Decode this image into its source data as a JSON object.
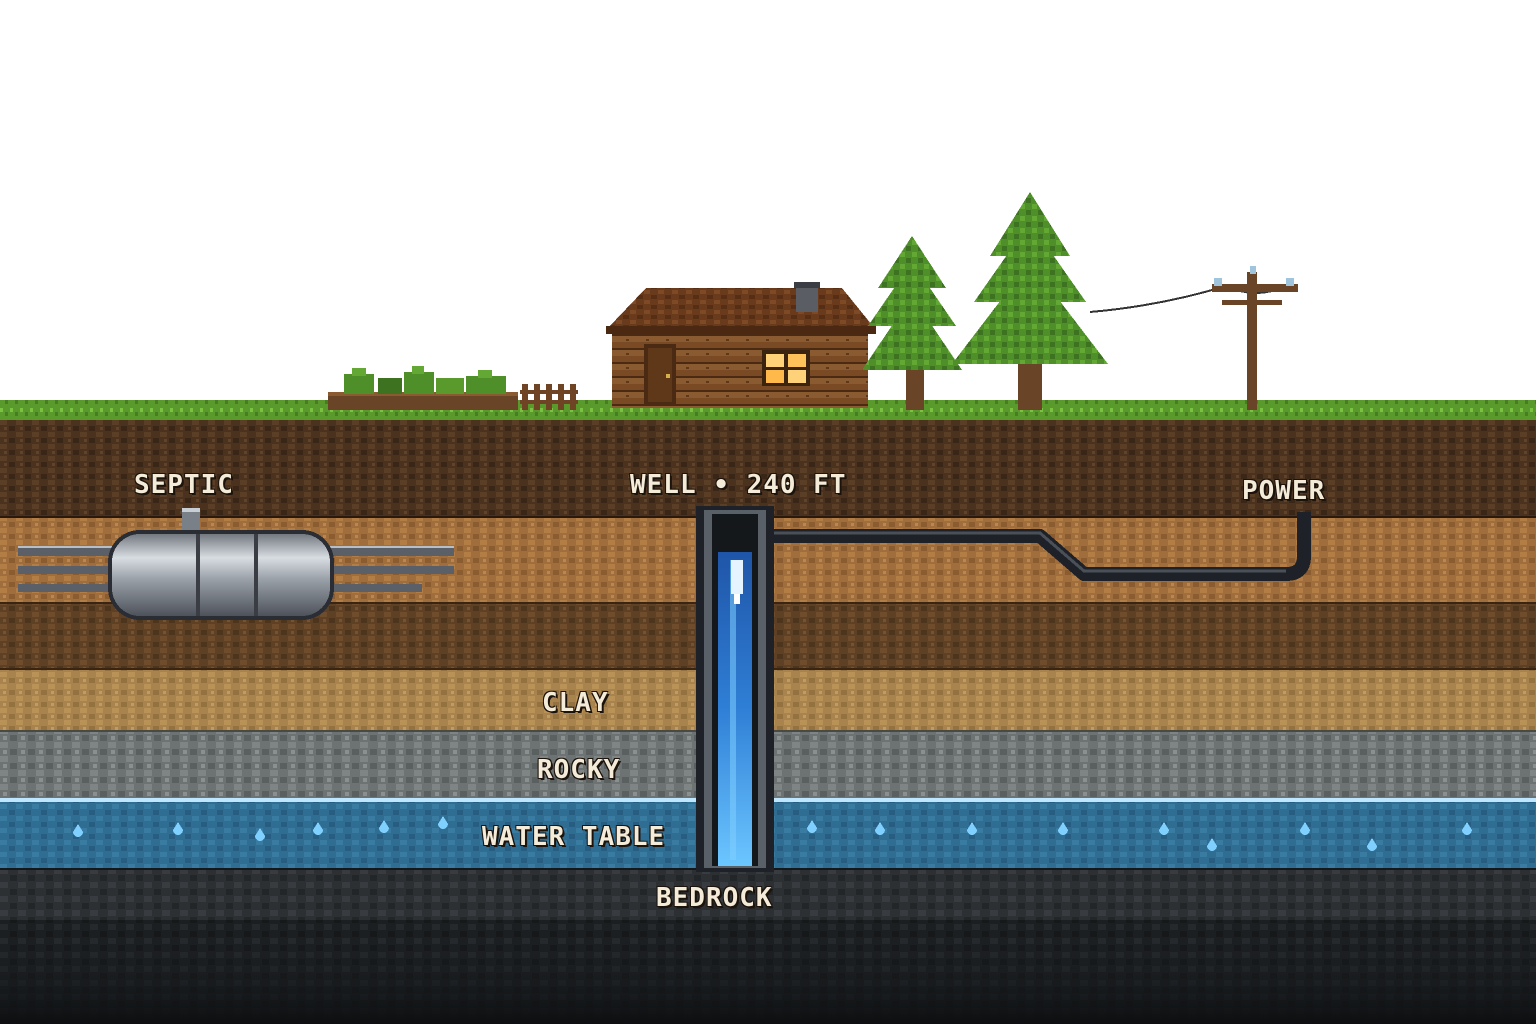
{
  "labels": {
    "septic": "SEPTIC",
    "well": "WELL • 240 FT",
    "power": "POWER",
    "clay": "CLAY",
    "rocky": "ROCKY",
    "water_table": "WATER TABLE",
    "bedrock": "BEDROCK"
  },
  "colors": {
    "sky": "#ffffff",
    "grass": "#5a9a2c",
    "topsoil": "#4a321e",
    "sandy_soil": "#a06e3c",
    "brown_soil": "#5e4024",
    "clay": "#a8834e",
    "rocky": "#6d7272",
    "water_table": "#2f6d93",
    "bedrock": "#2d3033",
    "deep_bedrock": "#15181b",
    "well_water": "#2f7fd6",
    "pipe": "#2a2f37",
    "tank": "#9aa0a8",
    "cabin_wood": "#7a4a24",
    "tree": "#4f8f2a"
  }
}
